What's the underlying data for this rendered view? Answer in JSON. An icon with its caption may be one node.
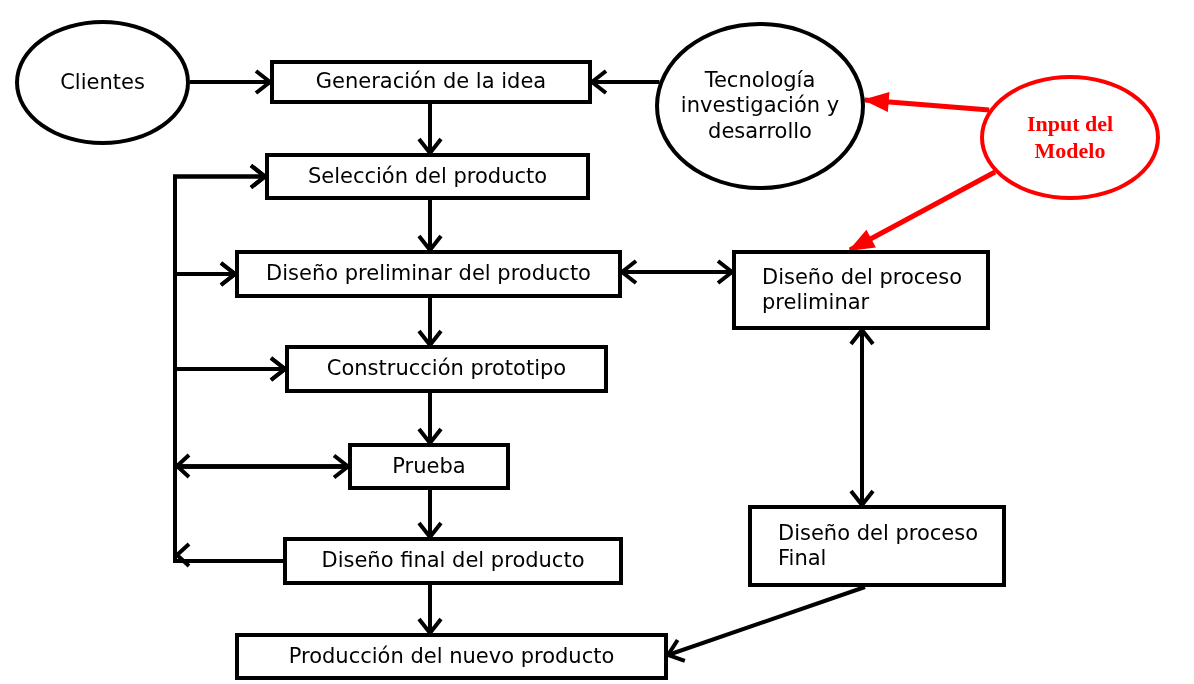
{
  "diagram": {
    "nodes": [
      {
        "text": [
          "Clientes"
        ]
      },
      {
        "text": [
          "Generación de la idea"
        ]
      },
      {
        "text": [
          "Tecnología investigación y desarrollo"
        ]
      },
      {
        "text": [
          "Input del Modelo"
        ]
      },
      {
        "text": [
          "Selección del producto"
        ]
      },
      {
        "text": [
          "Diseño preliminar del producto"
        ]
      },
      {
        "text": [
          "Diseño del proceso preliminar"
        ]
      },
      {
        "text": [
          "Construcción prototipo"
        ]
      },
      {
        "text": [
          "Prueba"
        ]
      },
      {
        "text": [
          "Diseño final del producto"
        ]
      },
      {
        "text": [
          "Diseño del proceso Final"
        ]
      },
      {
        "text": [
          "Producción del nuevo producto"
        ]
      }
    ],
    "edges": [
      {
        "from": 0,
        "to": 1,
        "arrow": "to"
      },
      {
        "from": 2,
        "to": 1,
        "arrow": "to"
      },
      {
        "from": 1,
        "to": 4,
        "arrow": "to"
      },
      {
        "from": 4,
        "to": 5,
        "arrow": "to"
      },
      {
        "from": 5,
        "to": 6,
        "arrow": "both"
      },
      {
        "from": 5,
        "to": 7,
        "arrow": "to"
      },
      {
        "from": 7,
        "to": 8,
        "arrow": "to"
      },
      {
        "from": 8,
        "to": 9,
        "arrow": "to"
      },
      {
        "from": 9,
        "to": 11,
        "arrow": "to"
      },
      {
        "from": 6,
        "to": 10,
        "arrow": "both"
      },
      {
        "from": 10,
        "to": 11,
        "arrow": "to"
      },
      {
        "from": 3,
        "to": 2,
        "arrow": "to",
        "color": "#ff0000"
      },
      {
        "from": 3,
        "to": 6,
        "arrow": "to",
        "color": "#ff0000"
      },
      {
        "from": 9,
        "to": 4,
        "arrow": "to"
      },
      {
        "from": 9,
        "to": 5,
        "arrow": "to"
      },
      {
        "from": 9,
        "to": 7,
        "arrow": "to"
      },
      {
        "from": 9,
        "to": 8,
        "arrow": "to"
      },
      {
        "from": 8,
        "to": 4,
        "arrow": "to"
      },
      {
        "from": 8,
        "to": 5,
        "arrow": "to"
      },
      {
        "from": 8,
        "to": 7,
        "arrow": "to"
      }
    ]
  }
}
